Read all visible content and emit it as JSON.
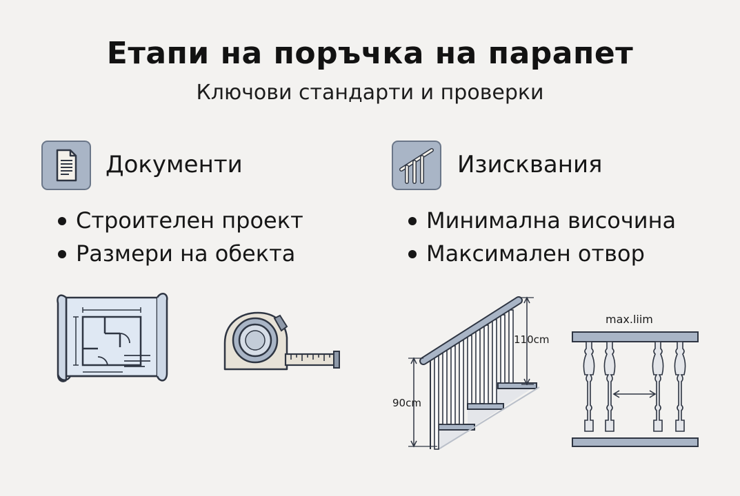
{
  "header": {
    "title": "Етапи на поръчка на парапет",
    "subtitle": "Ключови стандарти и проверки"
  },
  "documents": {
    "icon": "document-icon",
    "heading": "Документи",
    "items": [
      {
        "label": "Строителен проект"
      },
      {
        "label": "Размери на обекта"
      }
    ],
    "illustrations": [
      "blueprint-icon",
      "tape-measure-icon"
    ]
  },
  "requirements": {
    "icon": "railing-icon",
    "heading": "Изисквания",
    "items": [
      {
        "label": "Минимална височина"
      },
      {
        "label": "Максимален отвор"
      }
    ],
    "stair_height_top_label": "110cm",
    "stair_height_side_label": "90cm",
    "baluster_gap_label": "max.liim"
  },
  "colors": {
    "background": "#f3f2f0",
    "icon_fill": "#a9b5c6",
    "line": "#2e3542",
    "blueprint_fill": "#dfe8f3"
  }
}
